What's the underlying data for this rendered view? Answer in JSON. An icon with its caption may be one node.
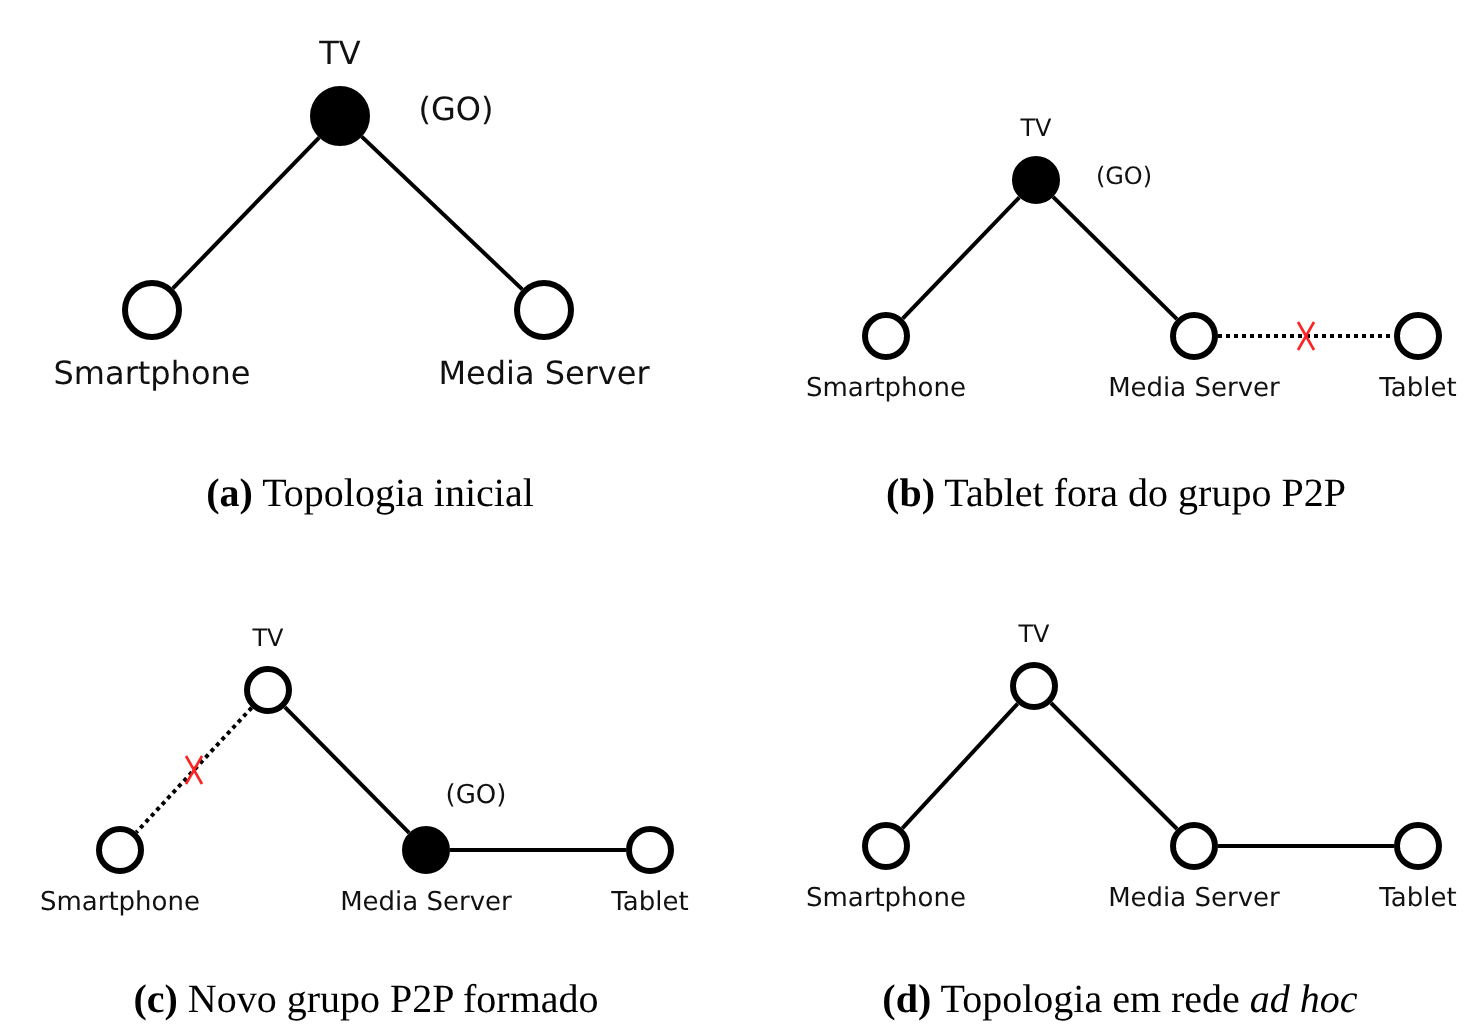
{
  "diagram": {
    "nodes": [
      {
        "text": [
          "TV"
        ],
        "beside": [
          "(GO)"
        ]
      },
      {
        "text": [
          "Smartphone"
        ]
      },
      {
        "text": [
          "Media Server"
        ]
      },
      {
        "text": [
          "TV"
        ],
        "beside": [
          "(GO)"
        ]
      },
      {
        "text": [
          "Smartphone"
        ]
      },
      {
        "text": [
          "Media Server"
        ]
      },
      {
        "text": [
          "Tablet"
        ]
      },
      {
        "text": [
          "TV"
        ]
      },
      {
        "text": [
          "Smartphone"
        ]
      },
      {
        "text": [
          "Media Server"
        ],
        "beside": [
          "(GO)"
        ]
      },
      {
        "text": [
          "Tablet"
        ]
      },
      {
        "text": [
          "TV"
        ]
      },
      {
        "text": [
          "Smartphone"
        ]
      },
      {
        "text": [
          "Media Server"
        ]
      },
      {
        "text": [
          "Tablet"
        ]
      }
    ],
    "edges": [
      {
        "from": 0,
        "to": 1,
        "arrow": "none"
      },
      {
        "from": 0,
        "to": 2,
        "arrow": "none"
      },
      {
        "from": 3,
        "to": 4,
        "arrow": "none"
      },
      {
        "from": 3,
        "to": 5,
        "arrow": "none"
      },
      {
        "from": 5,
        "to": 6,
        "arrow": "none",
        "style": "dashed"
      },
      {
        "from": 7,
        "to": 8,
        "arrow": "none",
        "style": "dashed"
      },
      {
        "from": 7,
        "to": 9,
        "arrow": "none"
      },
      {
        "from": 9,
        "to": 10,
        "arrow": "none"
      },
      {
        "from": 11,
        "to": 12,
        "arrow": "none"
      },
      {
        "from": 11,
        "to": 13,
        "arrow": "none"
      },
      {
        "from": 13,
        "to": 14,
        "arrow": "none"
      }
    ],
    "labels": [
      "**(a)** Topologia inicial",
      "**(b)** Tablet fora do grupo P2P",
      "**(c)** Novo grupo P2P formado",
      "**(d)** Topologia em rede *ad hoc*"
    ]
  }
}
